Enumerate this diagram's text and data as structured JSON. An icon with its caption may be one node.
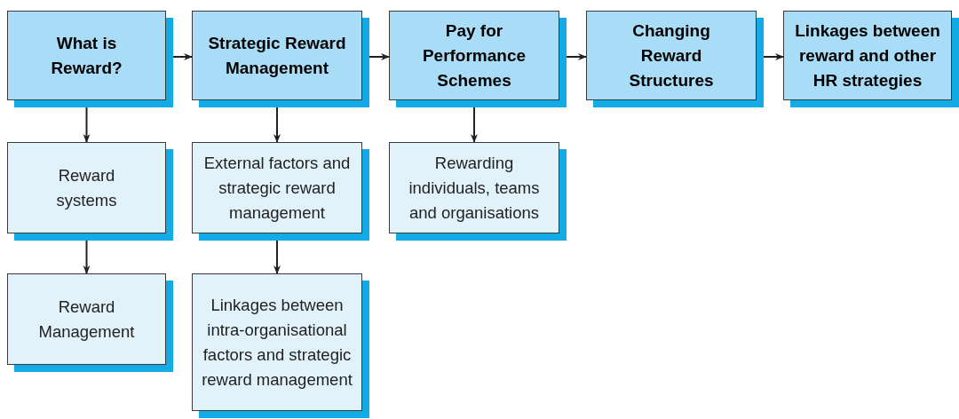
{
  "diagram": {
    "nodes": [
      {
        "text": [
          "What is Reward?"
        ]
      },
      {
        "text": [
          "Strategic Reward Management"
        ]
      },
      {
        "text": [
          "Pay for Performance Schemes"
        ]
      },
      {
        "text": [
          "Changing Reward Structures"
        ]
      },
      {
        "text": [
          "Linkages between reward and other HR strategies"
        ]
      },
      {
        "text": [
          "Reward systems"
        ]
      },
      {
        "text": [
          "External factors and strategic reward management"
        ]
      },
      {
        "text": [
          "Rewarding individuals, teams and organisations"
        ]
      },
      {
        "text": [
          "Reward Management"
        ]
      },
      {
        "text": [
          "Linkages between intra-organisational factors and strategic reward management"
        ]
      }
    ],
    "edges": [
      {
        "from": 0,
        "to": 1,
        "arrow": "to"
      },
      {
        "from": 1,
        "to": 2,
        "arrow": "to"
      },
      {
        "from": 2,
        "to": 3,
        "arrow": "to"
      },
      {
        "from": 3,
        "to": 4,
        "arrow": "to"
      },
      {
        "from": 0,
        "to": 5,
        "arrow": "to"
      },
      {
        "from": 5,
        "to": 8,
        "arrow": "to"
      },
      {
        "from": 1,
        "to": 6,
        "arrow": "to"
      },
      {
        "from": 6,
        "to": 9,
        "arrow": "to"
      },
      {
        "from": 2,
        "to": 7,
        "arrow": "to"
      }
    ]
  }
}
